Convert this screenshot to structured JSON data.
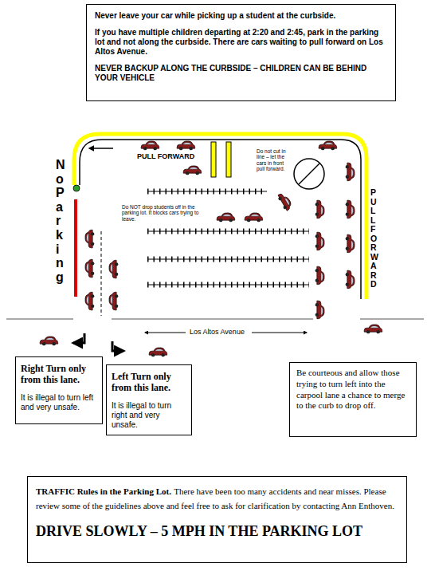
{
  "diagram": {
    "nodes": [
      {
        "text": [
          "Never leave your car while picking up a student at the curbside.",
          "If you have multiple children departing at 2:20 and 2:45, park in the parking lot and not along the curbside. There are cars waiting to pull forward on Los Altos Avenue.",
          "NEVER BACKUP ALONG THE CURBSIDE – CHILDREN CAN BE BEHIND YOUR VEHICLE"
        ]
      },
      {
        "text": [
          "Right Turn only from this lane.",
          "It is illegal to turn left and very unsafe."
        ]
      },
      {
        "text": [
          "Left Turn only from this lane.",
          "It is illegal to turn right and very unsafe."
        ]
      },
      {
        "text": [
          "Be courteous and allow those trying to turn left into the carpool lane a chance to merge to the curb to drop off."
        ]
      },
      {
        "text": [
          "TRAFFIC Rules in the Parking Lot.",
          "There have been too many accidents and near misses. Please review some of the guidelines above and feel free to ask for clarification by contacting Ann Enthoven.",
          "DRIVE SLOWLY – 5 MPH IN THE PARKING LOT"
        ]
      }
    ],
    "labels": [
      "PULL FORWARD",
      "Do not cut in line – let the cars in front pull forward.",
      "Do NOT drop students off in the parking lot. It blocks cars trying to leave.",
      "No Parking",
      "PULL FORWARD",
      "Los Altos Avenue"
    ]
  }
}
